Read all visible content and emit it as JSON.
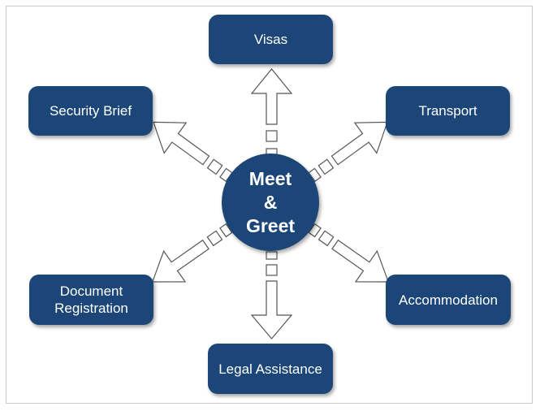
{
  "diagram": {
    "center": {
      "line1": "Meet",
      "line2": "&",
      "line3": "Greet"
    },
    "nodes": {
      "visas": "Visas",
      "security_brief": "Security Brief",
      "transport": "Transport",
      "document_registration_line1": "Document",
      "document_registration_line2": "Registration",
      "accommodation": "Accommodation",
      "legal_assistance": "Legal Assistance"
    },
    "colors": {
      "node_fill": "#1b4677",
      "node_text": "#ffffff",
      "arrow_stroke": "#555555",
      "arrow_fill": "#ffffff"
    }
  }
}
